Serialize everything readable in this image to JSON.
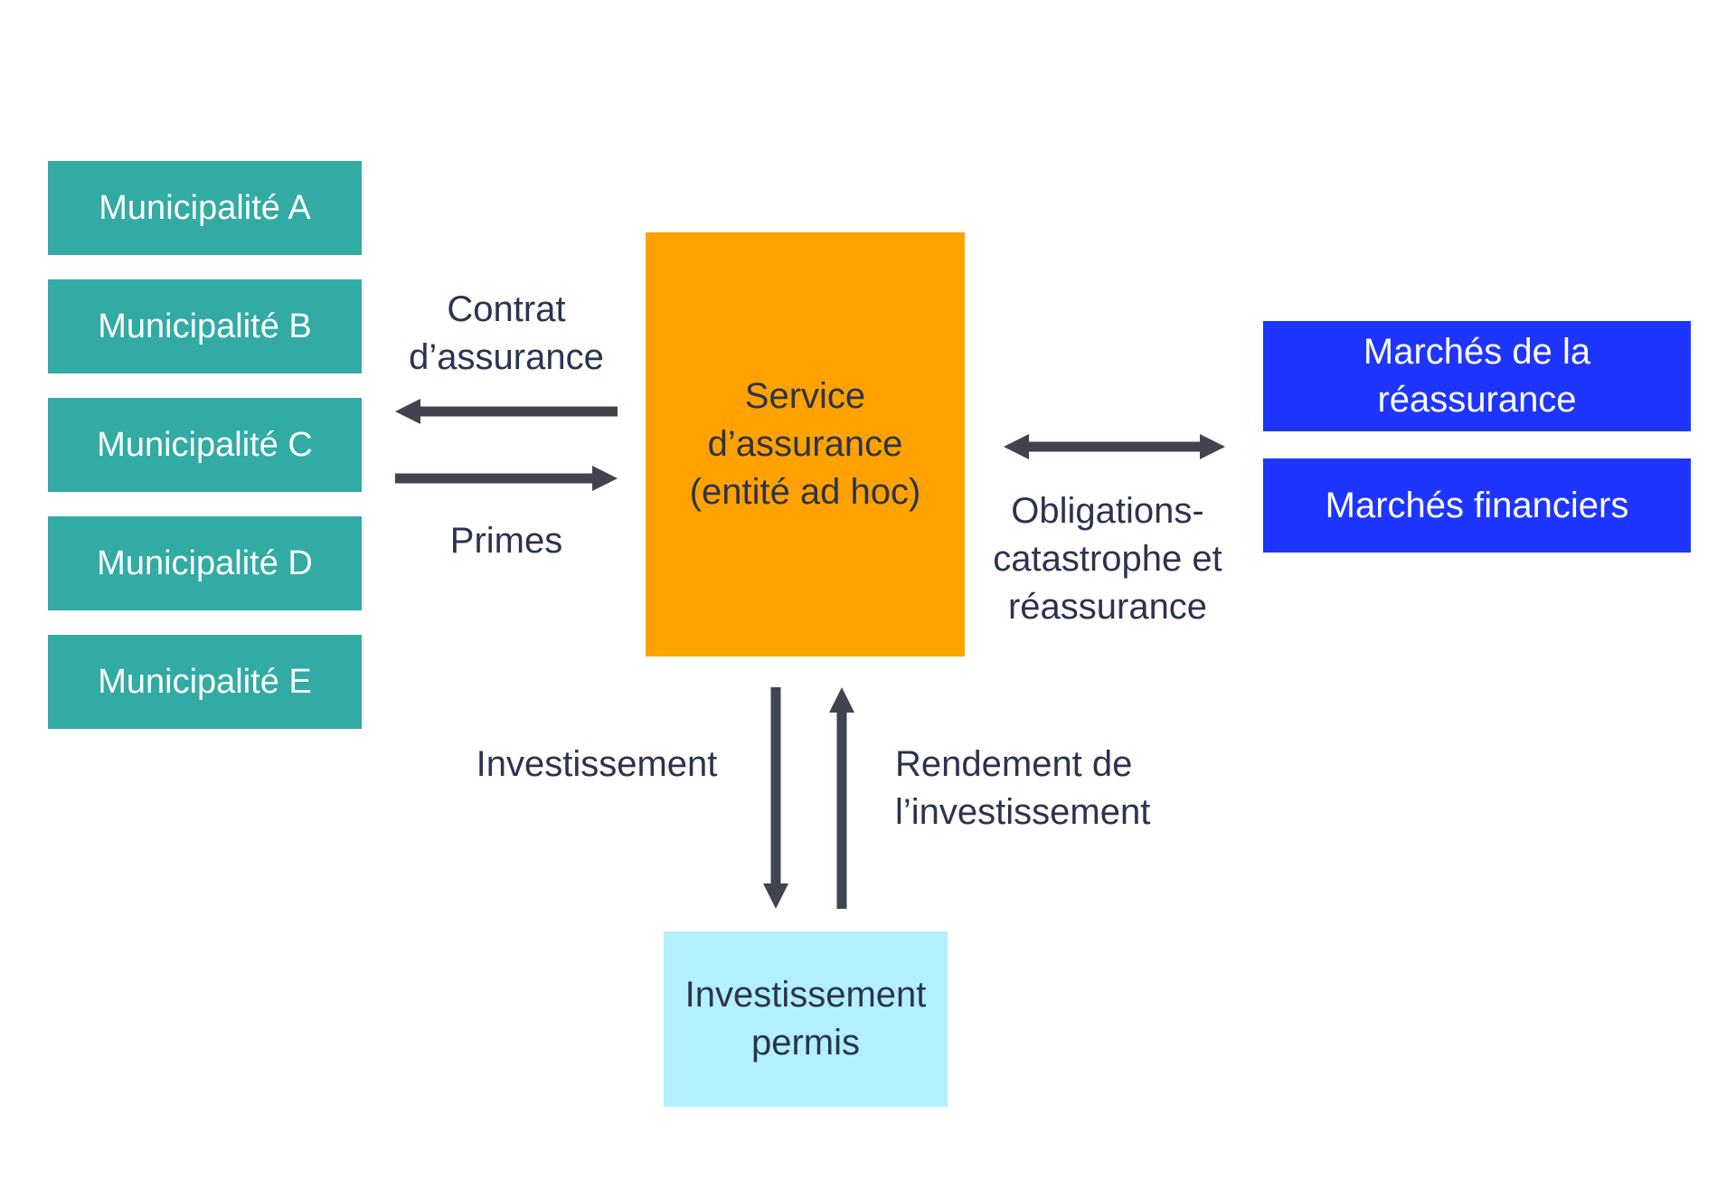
{
  "colors": {
    "teal": "#31aba4",
    "orange": "#ffa200",
    "blue": "#1e35ff",
    "light_cyan": "#b3f0fd",
    "arrow": "#40444f",
    "text_dark": "#2c3350"
  },
  "municipalities": [
    {
      "label": "Municipalité A"
    },
    {
      "label": "Municipalité B"
    },
    {
      "label": "Municipalité C"
    },
    {
      "label": "Municipalité D"
    },
    {
      "label": "Municipalité E"
    }
  ],
  "center": {
    "label": "Service d’assurance (entité ad hoc)"
  },
  "markets": [
    {
      "label": "Marchés de la réassurance"
    },
    {
      "label": "Marchés financiers"
    }
  ],
  "investment_box": {
    "label": "Investissement permis"
  },
  "flows": {
    "contract": "Contrat\nd’assurance",
    "premiums": "Primes",
    "bonds": "Obligations-\ncatastrophe et\nréassurance",
    "investment": "Investissement",
    "return": "Rendement de\nl’investissement"
  }
}
